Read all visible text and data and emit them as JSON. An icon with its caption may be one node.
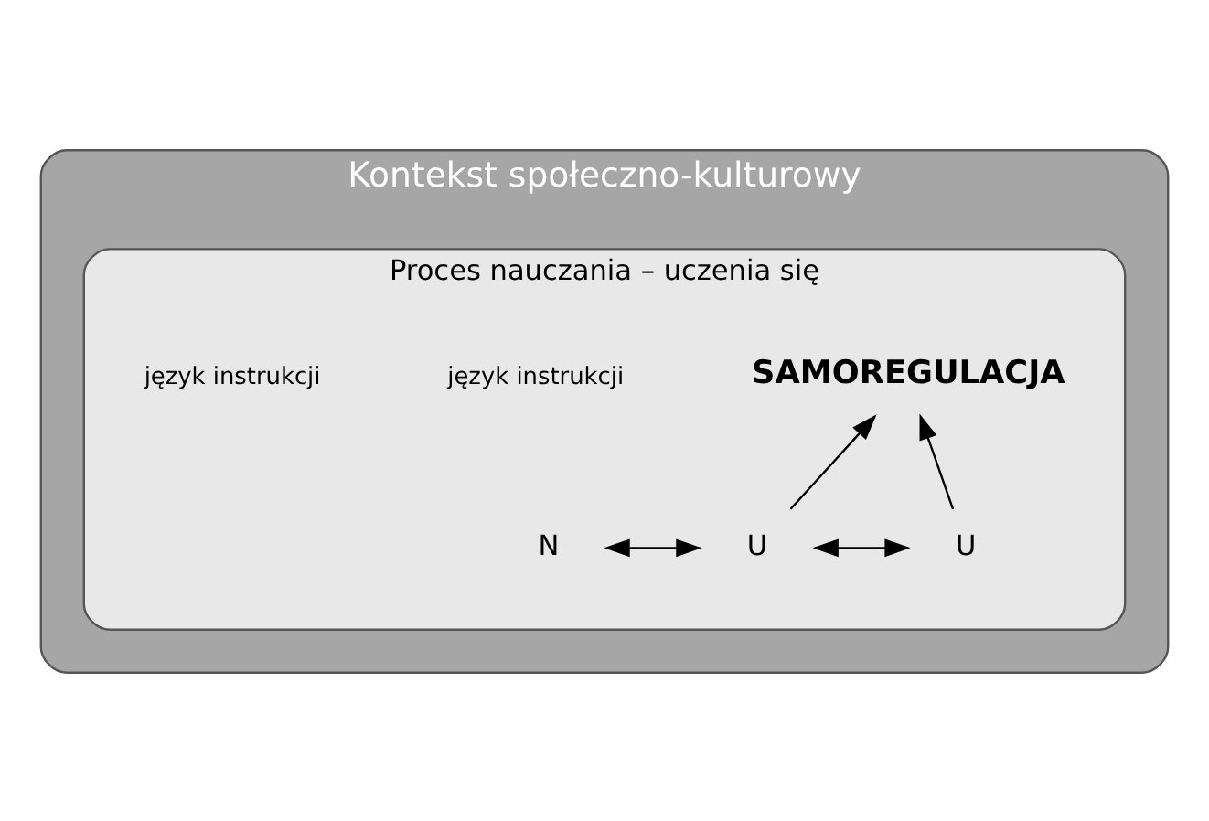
{
  "diagram": {
    "nodes": [
      {
        "text": [
          "Kontekst społeczno-kulturowy"
        ]
      },
      {
        "text": [
          "Proces nauczania – uczenia się"
        ],
        "in": 0
      },
      {
        "text": [
          "SAMOREGULACJA"
        ],
        "in": 1
      },
      {
        "text": [
          "N"
        ],
        "in": 1
      },
      {
        "text": [
          "U"
        ],
        "in": 1
      },
      {
        "text": [
          "U"
        ],
        "in": 1
      }
    ],
    "edges": [
      {
        "from": 4,
        "to": 2,
        "arrow": "to"
      },
      {
        "from": 5,
        "to": 2,
        "arrow": "to"
      },
      {
        "from": 3,
        "to": 4,
        "arrow": "both"
      },
      {
        "from": 4,
        "to": 5,
        "arrow": "both"
      }
    ],
    "labels": [
      "język instrukcji",
      "język instrukcji"
    ]
  }
}
